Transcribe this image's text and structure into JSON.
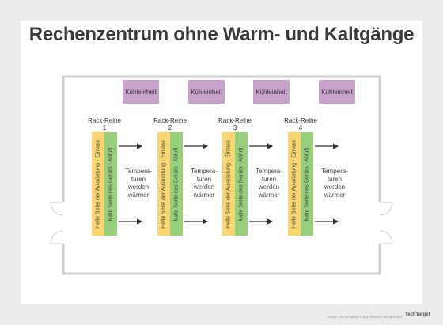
{
  "title": "Rechenzentrum ohne Warm- und Kaltgänge",
  "cooling_units": [
    "Kühleinheit",
    "Kühleinheit",
    "Kühleinheit",
    "Kühleinheit"
  ],
  "rack_rows": [
    {
      "label": "Rack-Reihe",
      "number": "1"
    },
    {
      "label": "Rack-Reihe",
      "number": "2"
    },
    {
      "label": "Rack-Reihe",
      "number": "3"
    },
    {
      "label": "Rack-Reihe",
      "number": "4"
    }
  ],
  "intake_label": "Helle Seite der Ausrüstung - Einlass",
  "exhaust_label": "kalte Seite des Geräts - Abluft",
  "warm_text": [
    "Tempera-",
    "turen",
    "werden",
    "wärmer"
  ],
  "footer": {
    "copyright": "©2022 TECHTARGET. ALL RIGHTS RESERVED",
    "brand": "TechTarget"
  },
  "colors": {
    "cooling_unit": "#c9a2cc",
    "intake_side": "#f9d66f",
    "exhaust_side": "#97d07a",
    "walls": "#cfcfcf"
  }
}
